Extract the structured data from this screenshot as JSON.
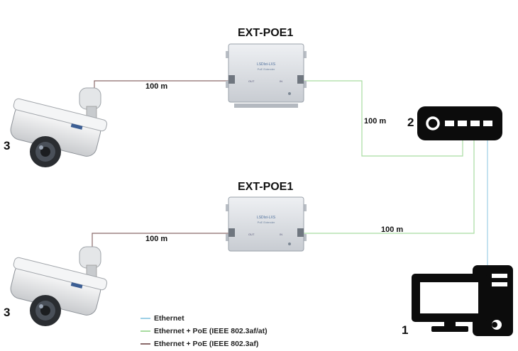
{
  "devices": {
    "injector_top_title": "EXT-POE1",
    "injector_bottom_title": "EXT-POE1",
    "injector_label_main": "LSDIst-LXS",
    "injector_label_sub": "PoE Extender",
    "port_in_label": "IN",
    "port_out_label": "OUT",
    "switch_number": "2",
    "pc_number": "1",
    "camera_top_number": "3",
    "camera_bottom_number": "3"
  },
  "distances": {
    "top_camera_link": "100 m",
    "top_switch_link": "100 m",
    "bottom_camera_link": "100 m",
    "bottom_switch_link": "100 m"
  },
  "legend": {
    "ethernet": "Ethernet",
    "poe_at": "Ethernet + PoE (IEEE 802.3af/at)",
    "poe_af": "Ethernet + PoE (IEEE 802.3af)"
  },
  "colors": {
    "ethernet": "#9ccfe6",
    "poe_at": "#a8dca0",
    "poe_af": "#8a6a6a",
    "device_black": "#0c0c0c",
    "injector_body": "#d9dde2"
  }
}
